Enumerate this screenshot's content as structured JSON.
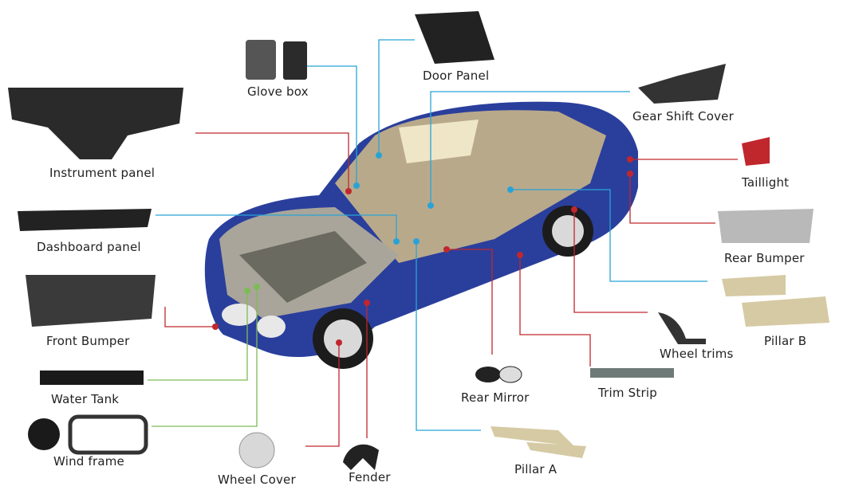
{
  "labels": {
    "glove_box": "Glove box",
    "door_panel": "Door Panel",
    "gear_shift_cover": "Gear Shift Cover",
    "instrument_panel": "Instrument panel",
    "taillight": "Taillight",
    "dashboard_panel": "Dashboard panel",
    "rear_bumper": "Rear Bumper",
    "front_bumper": "Front Bumper",
    "pillar_b": "Pillar B",
    "wheel_trims": "Wheel trims",
    "water_tank": "Water Tank",
    "rear_mirror": "Rear Mirror",
    "trim_strip": "Trim Strip",
    "wind_frame": "Wind frame",
    "wheel_cover": "Wheel Cover",
    "fender": "Fender",
    "pillar_a": "Pillar A"
  },
  "colors": {
    "red_line": "#c0272d",
    "blue_line": "#29a3d6",
    "green_line": "#7dbb57",
    "car_body": "#2a3f9c"
  }
}
